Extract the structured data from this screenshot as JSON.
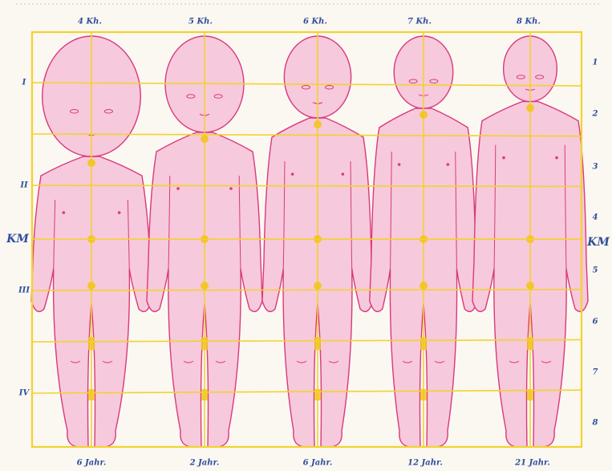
{
  "colors": {
    "grid": "#f2d22e",
    "skin": "#f7c9dc",
    "outline": "#d83a7c",
    "marker": "#f2c51c",
    "label": "#2f4f9a",
    "paper": "#fbf8f2"
  },
  "top_labels": [
    "4 Kh.",
    "5 Kh.",
    "6 Kh.",
    "7 Kh.",
    "8 Kh."
  ],
  "bottom_labels": [
    "6 Jahr.",
    "2 Jahr.",
    "6 Jahr.",
    "12 Jahr.",
    "21 Jahr."
  ],
  "left_labels": [
    "I",
    "II",
    "KM",
    "III",
    "IV"
  ],
  "right_labels": [
    "1",
    "2",
    "3",
    "4",
    "KM",
    "5",
    "6",
    "7",
    "8"
  ],
  "figures": [
    {
      "id": "figure-1",
      "head_scale": 1.25,
      "width_scale": 1.05
    },
    {
      "id": "figure-2",
      "head_scale": 1.0,
      "width_scale": 1.0
    },
    {
      "id": "figure-3",
      "head_scale": 0.85,
      "width_scale": 0.95
    },
    {
      "id": "figure-4",
      "head_scale": 0.75,
      "width_scale": 0.92
    },
    {
      "id": "figure-5",
      "head_scale": 0.68,
      "width_scale": 1.0
    }
  ]
}
